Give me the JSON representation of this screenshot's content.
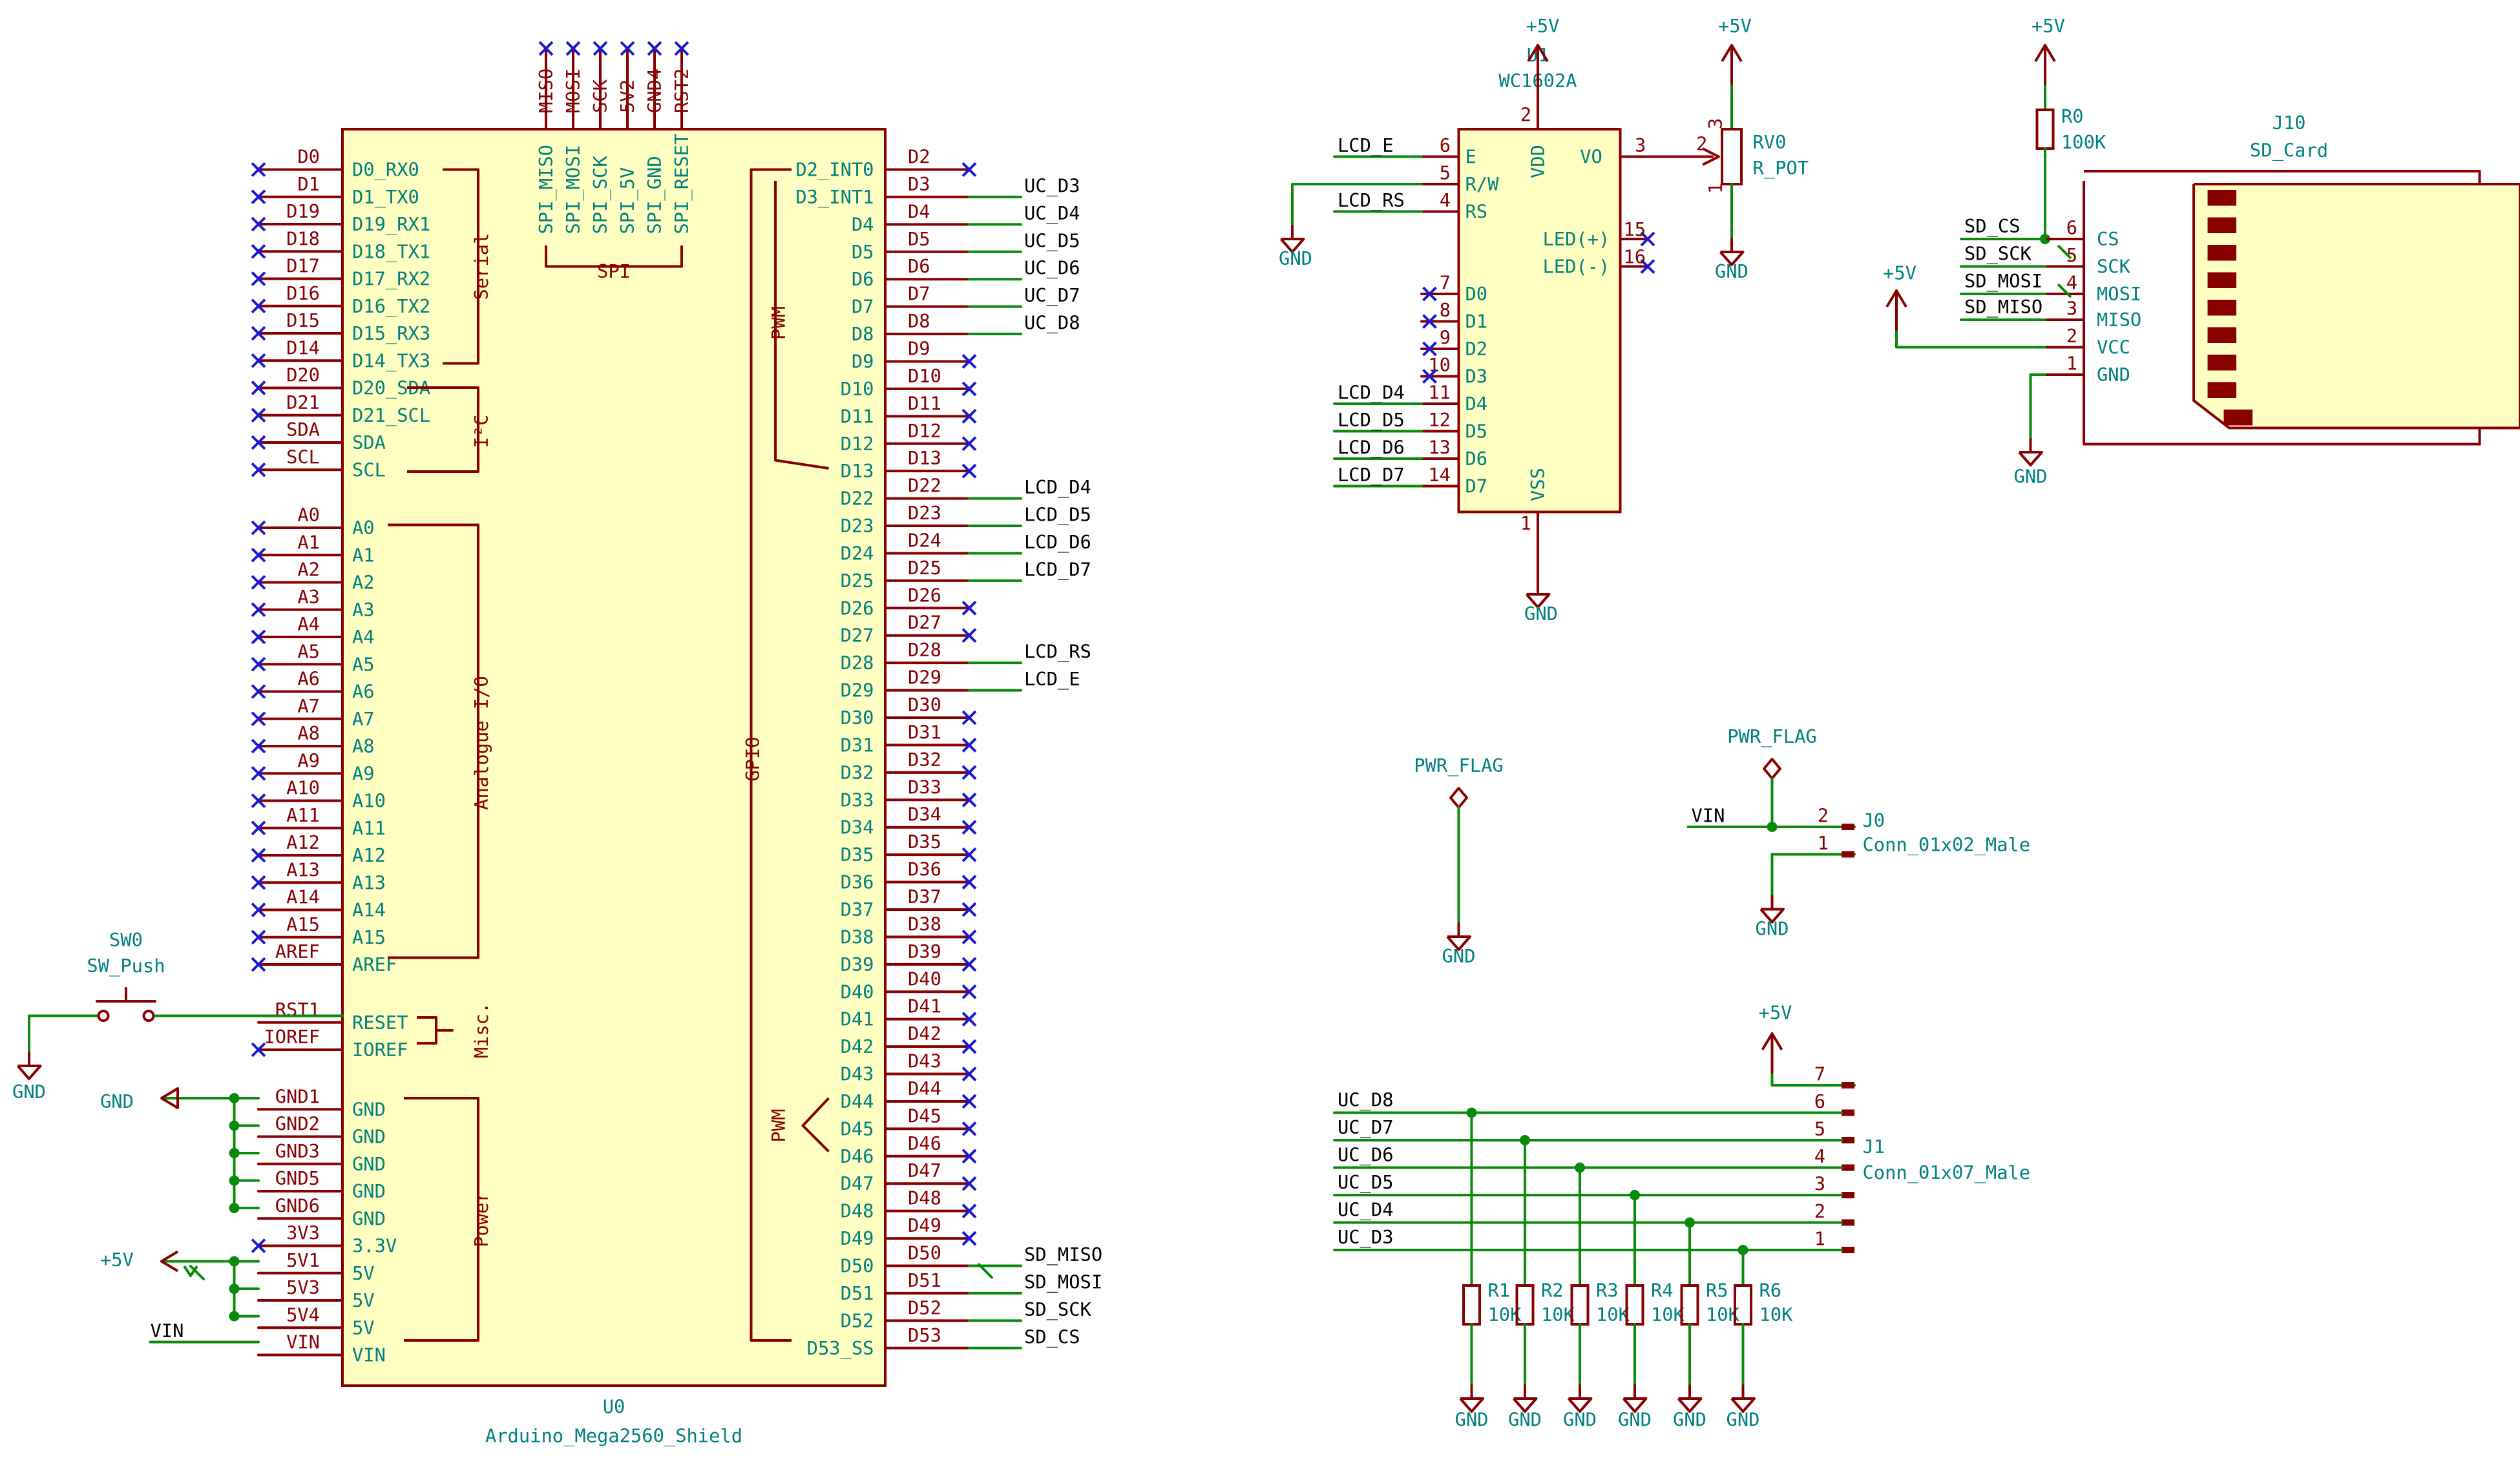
{
  "colors": {
    "wire": "#0a8a0a",
    "body": "#880000",
    "fill": "#ffffc2",
    "label": "#000000",
    "ref": "#008080",
    "nc": "#1a1acc"
  },
  "arduino": {
    "ref": "U0",
    "value": "Arduino_Mega2560_Shield",
    "left": [
      {
        "net": "D0",
        "pin": "D0_RX0",
        "nc": true
      },
      {
        "net": "D1",
        "pin": "D1_TX0",
        "nc": true
      },
      {
        "net": "D19",
        "pin": "D19_RX1",
        "nc": true
      },
      {
        "net": "D18",
        "pin": "D18_TX1",
        "nc": true
      },
      {
        "net": "D17",
        "pin": "D17_RX2",
        "nc": true
      },
      {
        "net": "D16",
        "pin": "D16_TX2",
        "nc": true
      },
      {
        "net": "D15",
        "pin": "D15_RX3",
        "nc": true
      },
      {
        "net": "D14",
        "pin": "D14_TX3",
        "nc": true
      },
      {
        "net": "D20",
        "pin": "D20_SDA",
        "nc": true
      },
      {
        "net": "D21",
        "pin": "D21_SCL",
        "nc": true
      },
      {
        "net": "SDA",
        "pin": "SDA",
        "nc": true
      },
      {
        "net": "SCL",
        "pin": "SCL",
        "nc": true
      },
      null,
      {
        "net": "A0",
        "pin": "A0",
        "nc": true
      },
      {
        "net": "A1",
        "pin": "A1",
        "nc": true
      },
      {
        "net": "A2",
        "pin": "A2",
        "nc": true
      },
      {
        "net": "A3",
        "pin": "A3",
        "nc": true
      },
      {
        "net": "A4",
        "pin": "A4",
        "nc": true
      },
      {
        "net": "A5",
        "pin": "A5",
        "nc": true
      },
      {
        "net": "A6",
        "pin": "A6",
        "nc": true
      },
      {
        "net": "A7",
        "pin": "A7",
        "nc": true
      },
      {
        "net": "A8",
        "pin": "A8",
        "nc": true
      },
      {
        "net": "A9",
        "pin": "A9",
        "nc": true
      },
      {
        "net": "A10",
        "pin": "A10",
        "nc": true
      },
      {
        "net": "A11",
        "pin": "A11",
        "nc": true
      },
      {
        "net": "A12",
        "pin": "A12",
        "nc": true
      },
      {
        "net": "A13",
        "pin": "A13",
        "nc": true
      },
      {
        "net": "A14",
        "pin": "A14",
        "nc": true
      },
      {
        "net": "A15",
        "pin": "A15",
        "nc": true
      },
      {
        "net": "AREF",
        "pin": "AREF",
        "nc": true
      },
      null,
      {
        "net": "RST1",
        "pin": "RESET",
        "nc": false
      },
      {
        "net": "IOREF",
        "pin": "IOREF",
        "nc": true
      },
      null,
      {
        "net": "GND1",
        "pin": "GND",
        "nc": false
      },
      {
        "net": "GND2",
        "pin": "GND",
        "nc": false
      },
      {
        "net": "GND3",
        "pin": "GND",
        "nc": false
      },
      {
        "net": "GND5",
        "pin": "GND",
        "nc": false
      },
      {
        "net": "GND6",
        "pin": "GND",
        "nc": false
      },
      {
        "net": "3V3",
        "pin": "3.3V",
        "nc": true
      },
      {
        "net": "5V1",
        "pin": "5V",
        "nc": false
      },
      {
        "net": "5V3",
        "pin": "5V",
        "nc": false
      },
      {
        "net": "5V4",
        "pin": "5V",
        "nc": false
      },
      {
        "net": "VIN",
        "pin": "VIN",
        "nc": false
      }
    ],
    "right": [
      {
        "pin": "D2_INT0",
        "net": "D2",
        "wire": ""
      },
      {
        "pin": "D3_INT1",
        "net": "D3",
        "wire": "UC_D3"
      },
      {
        "pin": "D4",
        "net": "D4",
        "wire": "UC_D4"
      },
      {
        "pin": "D5",
        "net": "D5",
        "wire": "UC_D5"
      },
      {
        "pin": "D6",
        "net": "D6",
        "wire": "UC_D6"
      },
      {
        "pin": "D7",
        "net": "D7",
        "wire": "UC_D7"
      },
      {
        "pin": "D8",
        "net": "D8",
        "wire": "UC_D8"
      },
      {
        "pin": "D9",
        "net": "D9",
        "wire": ""
      },
      {
        "pin": "D10",
        "net": "D10",
        "wire": ""
      },
      {
        "pin": "D11",
        "net": "D11",
        "wire": ""
      },
      {
        "pin": "D12",
        "net": "D12",
        "wire": ""
      },
      {
        "pin": "D13",
        "net": "D13",
        "wire": ""
      },
      {
        "pin": "D22",
        "net": "D22",
        "wire": "LCD_D4"
      },
      {
        "pin": "D23",
        "net": "D23",
        "wire": "LCD_D5"
      },
      {
        "pin": "D24",
        "net": "D24",
        "wire": "LCD_D6"
      },
      {
        "pin": "D25",
        "net": "D25",
        "wire": "LCD_D7"
      },
      {
        "pin": "D26",
        "net": "D26",
        "wire": ""
      },
      {
        "pin": "D27",
        "net": "D27",
        "wire": ""
      },
      {
        "pin": "D28",
        "net": "D28",
        "wire": "LCD_RS"
      },
      {
        "pin": "D29",
        "net": "D29",
        "wire": "LCD_E"
      },
      {
        "pin": "D30",
        "net": "D30",
        "wire": ""
      },
      {
        "pin": "D31",
        "net": "D31",
        "wire": ""
      },
      {
        "pin": "D32",
        "net": "D32",
        "wire": ""
      },
      {
        "pin": "D33",
        "net": "D33",
        "wire": ""
      },
      {
        "pin": "D34",
        "net": "D34",
        "wire": ""
      },
      {
        "pin": "D35",
        "net": "D35",
        "wire": ""
      },
      {
        "pin": "D36",
        "net": "D36",
        "wire": ""
      },
      {
        "pin": "D37",
        "net": "D37",
        "wire": ""
      },
      {
        "pin": "D38",
        "net": "D38",
        "wire": ""
      },
      {
        "pin": "D39",
        "net": "D39",
        "wire": ""
      },
      {
        "pin": "D40",
        "net": "D40",
        "wire": ""
      },
      {
        "pin": "D41",
        "net": "D41",
        "wire": ""
      },
      {
        "pin": "D42",
        "net": "D42",
        "wire": ""
      },
      {
        "pin": "D43",
        "net": "D43",
        "wire": ""
      },
      {
        "pin": "D44",
        "net": "D44",
        "wire": ""
      },
      {
        "pin": "D45",
        "net": "D45",
        "wire": ""
      },
      {
        "pin": "D46",
        "net": "D46",
        "wire": ""
      },
      {
        "pin": "D47",
        "net": "D47",
        "wire": ""
      },
      {
        "pin": "D48",
        "net": "D48",
        "wire": ""
      },
      {
        "pin": "D49",
        "net": "D49",
        "wire": ""
      },
      {
        "pin": "D50",
        "net": "D50",
        "wire": "SD_MISO"
      },
      {
        "pin": "D51",
        "net": "D51",
        "wire": "SD_MOSI"
      },
      {
        "pin": "D52",
        "net": "D52",
        "wire": "SD_SCK"
      },
      {
        "pin": "D53_SS",
        "net": "D53",
        "wire": "SD_CS"
      }
    ],
    "top": [
      {
        "net": "MISO",
        "pin": "SPI_MISO"
      },
      {
        "net": "MOSI",
        "pin": "SPI_MOSI"
      },
      {
        "net": "SCK",
        "pin": "SPI_SCK"
      },
      {
        "net": "5V2",
        "pin": "SPI_5V"
      },
      {
        "net": "GND4",
        "pin": "SPI_GND"
      },
      {
        "net": "RST2",
        "pin": "SPI_RESET"
      }
    ],
    "groups": {
      "serial": "Serial",
      "i2c": "I²C",
      "analog": "Analogue I/O",
      "misc": "Misc.",
      "power": "Power",
      "spi": "SPI",
      "pwm": "PWM",
      "gpio": "GPIO"
    }
  },
  "switch": {
    "ref": "SW0",
    "value": "SW_Push",
    "gnd": "GND"
  },
  "power_ports": {
    "gnd": "GND",
    "v5": "+5V",
    "vin": "VIN"
  },
  "lcd": {
    "ref": "U1",
    "value": "WC1602A",
    "left": [
      {
        "num": "6",
        "name": "E",
        "net": "LCD_E"
      },
      {
        "num": "5",
        "name": "R/W",
        "net": ""
      },
      {
        "num": "4",
        "name": "RS",
        "net": "LCD_RS"
      },
      {
        "num": "7",
        "name": "D0",
        "net": ""
      },
      {
        "num": "8",
        "name": "D1",
        "net": ""
      },
      {
        "num": "9",
        "name": "D2",
        "net": ""
      },
      {
        "num": "10",
        "name": "D3",
        "net": ""
      },
      {
        "num": "11",
        "name": "D4",
        "net": "LCD_D4"
      },
      {
        "num": "12",
        "name": "D5",
        "net": "LCD_D5"
      },
      {
        "num": "13",
        "name": "D6",
        "net": "LCD_D6"
      },
      {
        "num": "14",
        "name": "D7",
        "net": "LCD_D7"
      }
    ],
    "vdd": {
      "num": "2",
      "name": "VDD"
    },
    "vss": {
      "num": "1",
      "name": "VSS"
    },
    "vo": {
      "num": "3",
      "name": "VO"
    },
    "led": [
      {
        "num": "15",
        "name": "LED(+)"
      },
      {
        "num": "16",
        "name": "LED(-)"
      }
    ]
  },
  "pot": {
    "ref": "RV0",
    "value": "R_POT",
    "pins": [
      "3",
      "2",
      "1"
    ]
  },
  "pullup": {
    "ref": "R0",
    "value": "100K"
  },
  "sdcard": {
    "ref": "J10",
    "value": "SD_Card",
    "pins": [
      {
        "num": "6",
        "name": "CS",
        "net": "SD_CS"
      },
      {
        "num": "5",
        "name": "SCK",
        "net": "SD_SCK"
      },
      {
        "num": "4",
        "name": "MOSI",
        "net": "SD_MOSI"
      },
      {
        "num": "3",
        "name": "MISO",
        "net": "SD_MISO"
      },
      {
        "num": "2",
        "name": "VCC",
        "net": ""
      },
      {
        "num": "1",
        "name": "GND",
        "net": ""
      }
    ]
  },
  "pwr_flag": "PWR_FLAG",
  "j0": {
    "ref": "J0",
    "value": "Conn_01x02_Male",
    "pins": [
      "2",
      "1"
    ]
  },
  "j1": {
    "ref": "J1",
    "value": "Conn_01x07_Male",
    "pins": [
      "7",
      "6",
      "5",
      "4",
      "3",
      "2",
      "1"
    ],
    "nets": [
      "UC_D8",
      "UC_D7",
      "UC_D6",
      "UC_D5",
      "UC_D4",
      "UC_D3"
    ]
  },
  "resistors": [
    {
      "ref": "R1",
      "value": "10K"
    },
    {
      "ref": "R2",
      "value": "10K"
    },
    {
      "ref": "R3",
      "value": "10K"
    },
    {
      "ref": "R4",
      "value": "10K"
    },
    {
      "ref": "R5",
      "value": "10K"
    },
    {
      "ref": "R6",
      "value": "10K"
    }
  ]
}
